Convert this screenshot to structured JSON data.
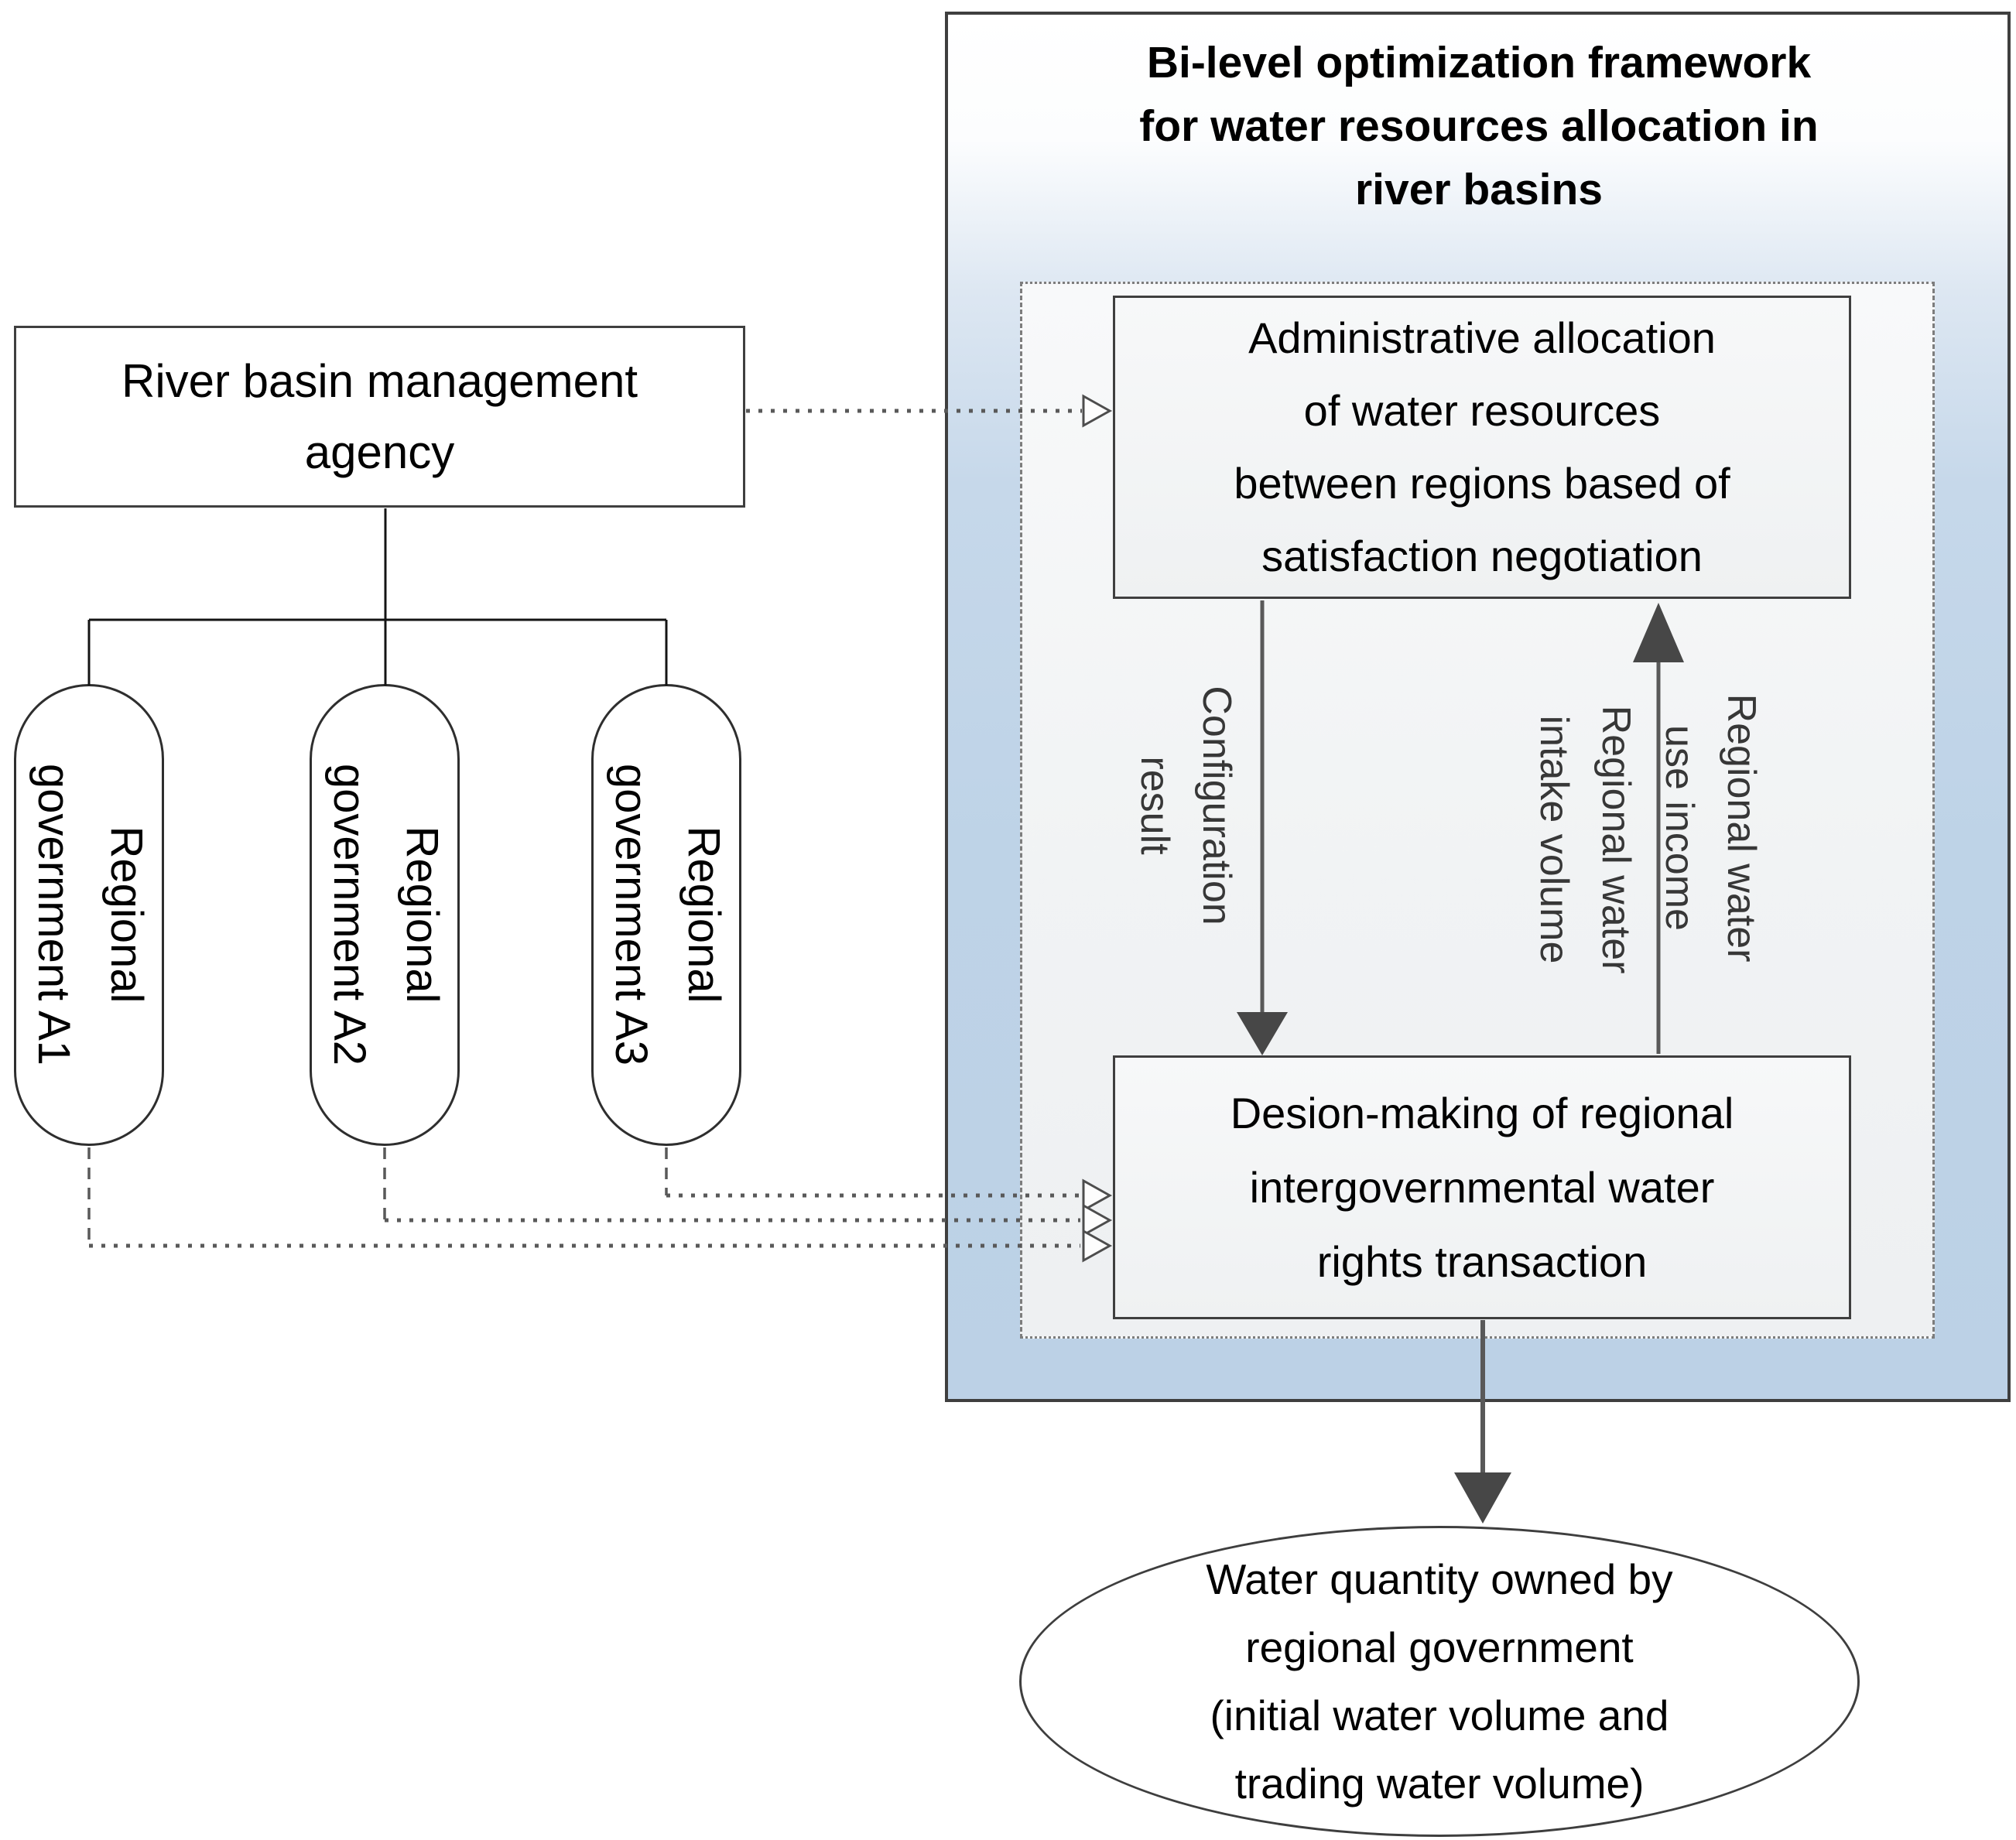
{
  "framework": {
    "title": "Bi-level optimization framework\nfor water resources allocation in\nriver basins",
    "upper_box_label": "Administrative allocation\nof water resources\nbetween regions based of\nsatisfaction negotiation",
    "lower_box_label": "Desion-making of regional\nintergovernmental water\nrights transaction",
    "down_arrow_label": "Configuration\nresult",
    "up_arrow_label_intake": "Regional water\nintake volume",
    "up_arrow_label_income": "Regional water\nuse income"
  },
  "hierarchy": {
    "agency_label": "River basin management\nagency",
    "governments": [
      {
        "label": "Regional\ngovernment A1"
      },
      {
        "label": "Regional\ngovernment A2"
      },
      {
        "label": "Regional\ngovernment A3"
      }
    ]
  },
  "output": {
    "ellipse_label": "Water quantity owned by\nregional government\n(initial water volume and\ntrading water volume)"
  },
  "colors": {
    "framework_fill_bottom": "#bcd1e6",
    "border_dark": "#3f3f3f",
    "connector_gray": "#595959",
    "arrowhead_gray": "#474747"
  }
}
